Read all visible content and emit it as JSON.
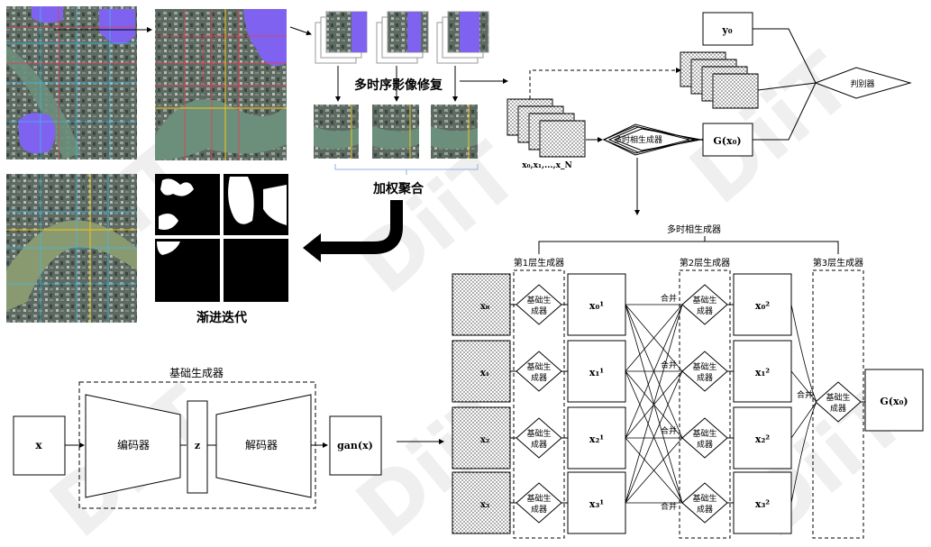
{
  "labels": {
    "multi_repair": "多时序影像修复",
    "weighted_agg": "加权聚合",
    "progressive": "渐进迭代",
    "discriminator": "判别器",
    "multi_gen": "多时相生成器",
    "multi_gen_title": "多时相生成器",
    "layer1": "第1层生成器",
    "layer2": "第2层生成器",
    "layer3": "第3层生成器",
    "base_gen_line1": "基础生",
    "base_gen_line2": "成器",
    "base_gen_title": "基础生成器",
    "encoder": "编码器",
    "decoder": "解码器",
    "merge": "合并",
    "watermark": "DiiT"
  },
  "math": {
    "y0": "y₀",
    "gx0": "G(x₀)",
    "seq": "x₀,x₁,...,x_N",
    "x": "x",
    "z": "z",
    "ganx": "gan(x)",
    "col0": [
      "x₀",
      "x₁",
      "x₂",
      "x₃"
    ],
    "col1": [
      "x₀¹",
      "x₁¹",
      "x₂¹",
      "x₃¹"
    ],
    "col2": [
      "x₀²",
      "x₁²",
      "x₂²",
      "x₃²"
    ]
  },
  "colors": {
    "cloud": "#7f63f0",
    "grid_red": "#e0405a",
    "grid_cyan": "#40b8e8",
    "grid_yellow": "#f0c020",
    "bracket": "#8cb0e0"
  }
}
